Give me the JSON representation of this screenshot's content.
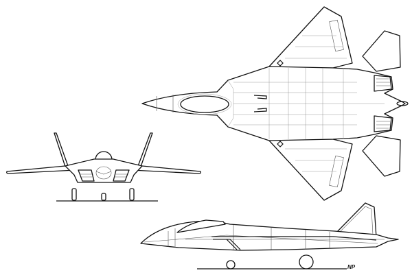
{
  "drawing": {
    "views": [
      "top-view",
      "front-view",
      "side-view"
    ],
    "signature": "NP",
    "line_color": "#111111",
    "background": "#ffffff"
  }
}
